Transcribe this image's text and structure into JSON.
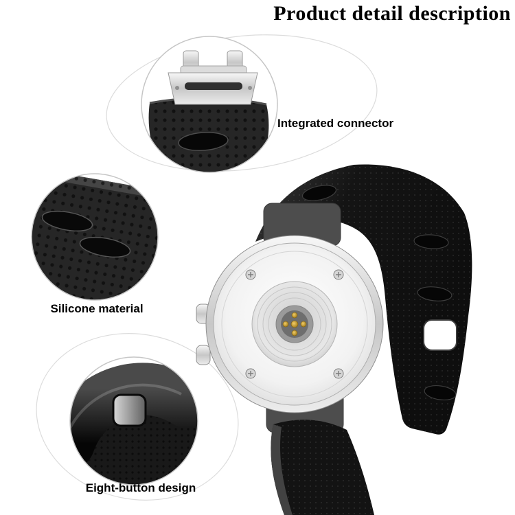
{
  "title": "Product detail description",
  "callouts": [
    {
      "id": "integrated-connector",
      "label": "Integrated connector"
    },
    {
      "id": "silicone-material",
      "label": "Silicone material"
    },
    {
      "id": "eight-button-design",
      "label": "Eight-button design"
    }
  ],
  "colors": {
    "background": "#ffffff",
    "text": "#000000",
    "band_black": "#141414",
    "connector_gray": "#4d4d4d",
    "watch_silver": "#d9d9d9",
    "contact_gold": "#c49a2a",
    "callout_border": "#c6c6c6",
    "deco_line": "#dcdcdc"
  }
}
